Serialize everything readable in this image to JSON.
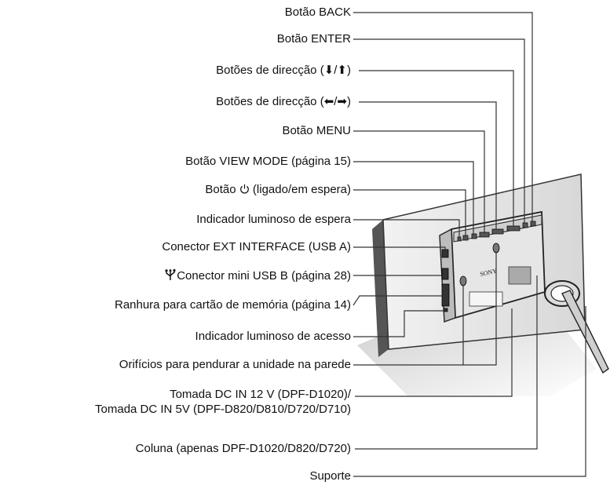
{
  "title": "",
  "labels": {
    "back": "Botão BACK",
    "enter": "Botão ENTER",
    "dir_ud": "Botões de direcção (⬇/⬆)",
    "dir_lr": "Botões de direcção (⬅/➡)",
    "menu": "Botão MENU",
    "view_mode": "Botão VIEW MODE (página 15)",
    "power_prefix": "Botão ",
    "power_suffix": " (ligado/em espera)",
    "standby_led": "Indicador luminoso de espera",
    "ext_interface": "Conector EXT INTERFACE (USB A)",
    "mini_usb": "Conector mini USB B (página 28)",
    "card_slot": "Ranhura para cartão de memória (página 14)",
    "access_led": "Indicador luminoso de acesso",
    "wall_holes": "Orifícios para pendurar a unidade na parede",
    "dc_in_line1": "Tomada DC IN 12 V (DPF-D1020)/",
    "dc_in_line2": "Tomada DC IN 5V (DPF-D820/D810/D720/D710)",
    "column": "Coluna (apenas DPF-D1020/D820/D720)",
    "stand": "Suporte"
  },
  "brand_mark": "SONY",
  "icons": [
    "power-icon",
    "usb-icon"
  ]
}
